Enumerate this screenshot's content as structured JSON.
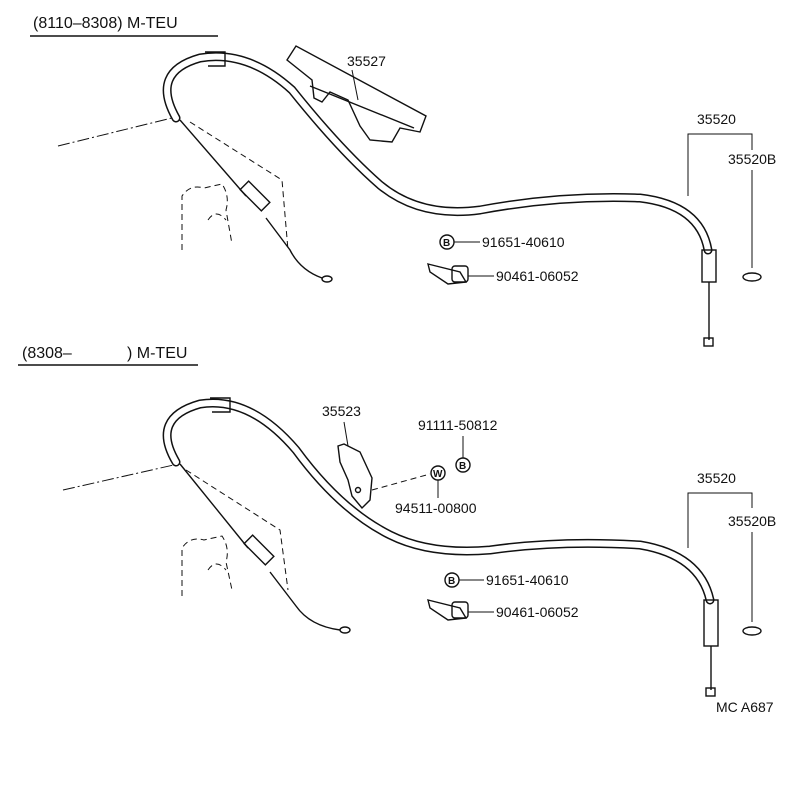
{
  "top": {
    "header": "(8110–8308) M-TEU",
    "parts": {
      "bracket": "35527",
      "cable": "35520",
      "cable_b": "35520B",
      "bolt": "91651-40610",
      "clip": "90461-06052"
    },
    "symbols": {
      "bolt_symbol": "B"
    }
  },
  "bottom": {
    "header_start": "(8308–",
    "header_end": ") M-TEU",
    "parts": {
      "bracket": "35523",
      "bolt_top": "91111-50812",
      "washer": "94511-00800",
      "cable": "35520",
      "cable_b": "35520B",
      "bolt": "91651-40610",
      "clip": "90461-06052"
    },
    "symbols": {
      "washer_symbol": "W",
      "bolt_symbol": "B",
      "bolt_symbol_2": "B"
    }
  },
  "footer": {
    "code": "MC  A687"
  }
}
